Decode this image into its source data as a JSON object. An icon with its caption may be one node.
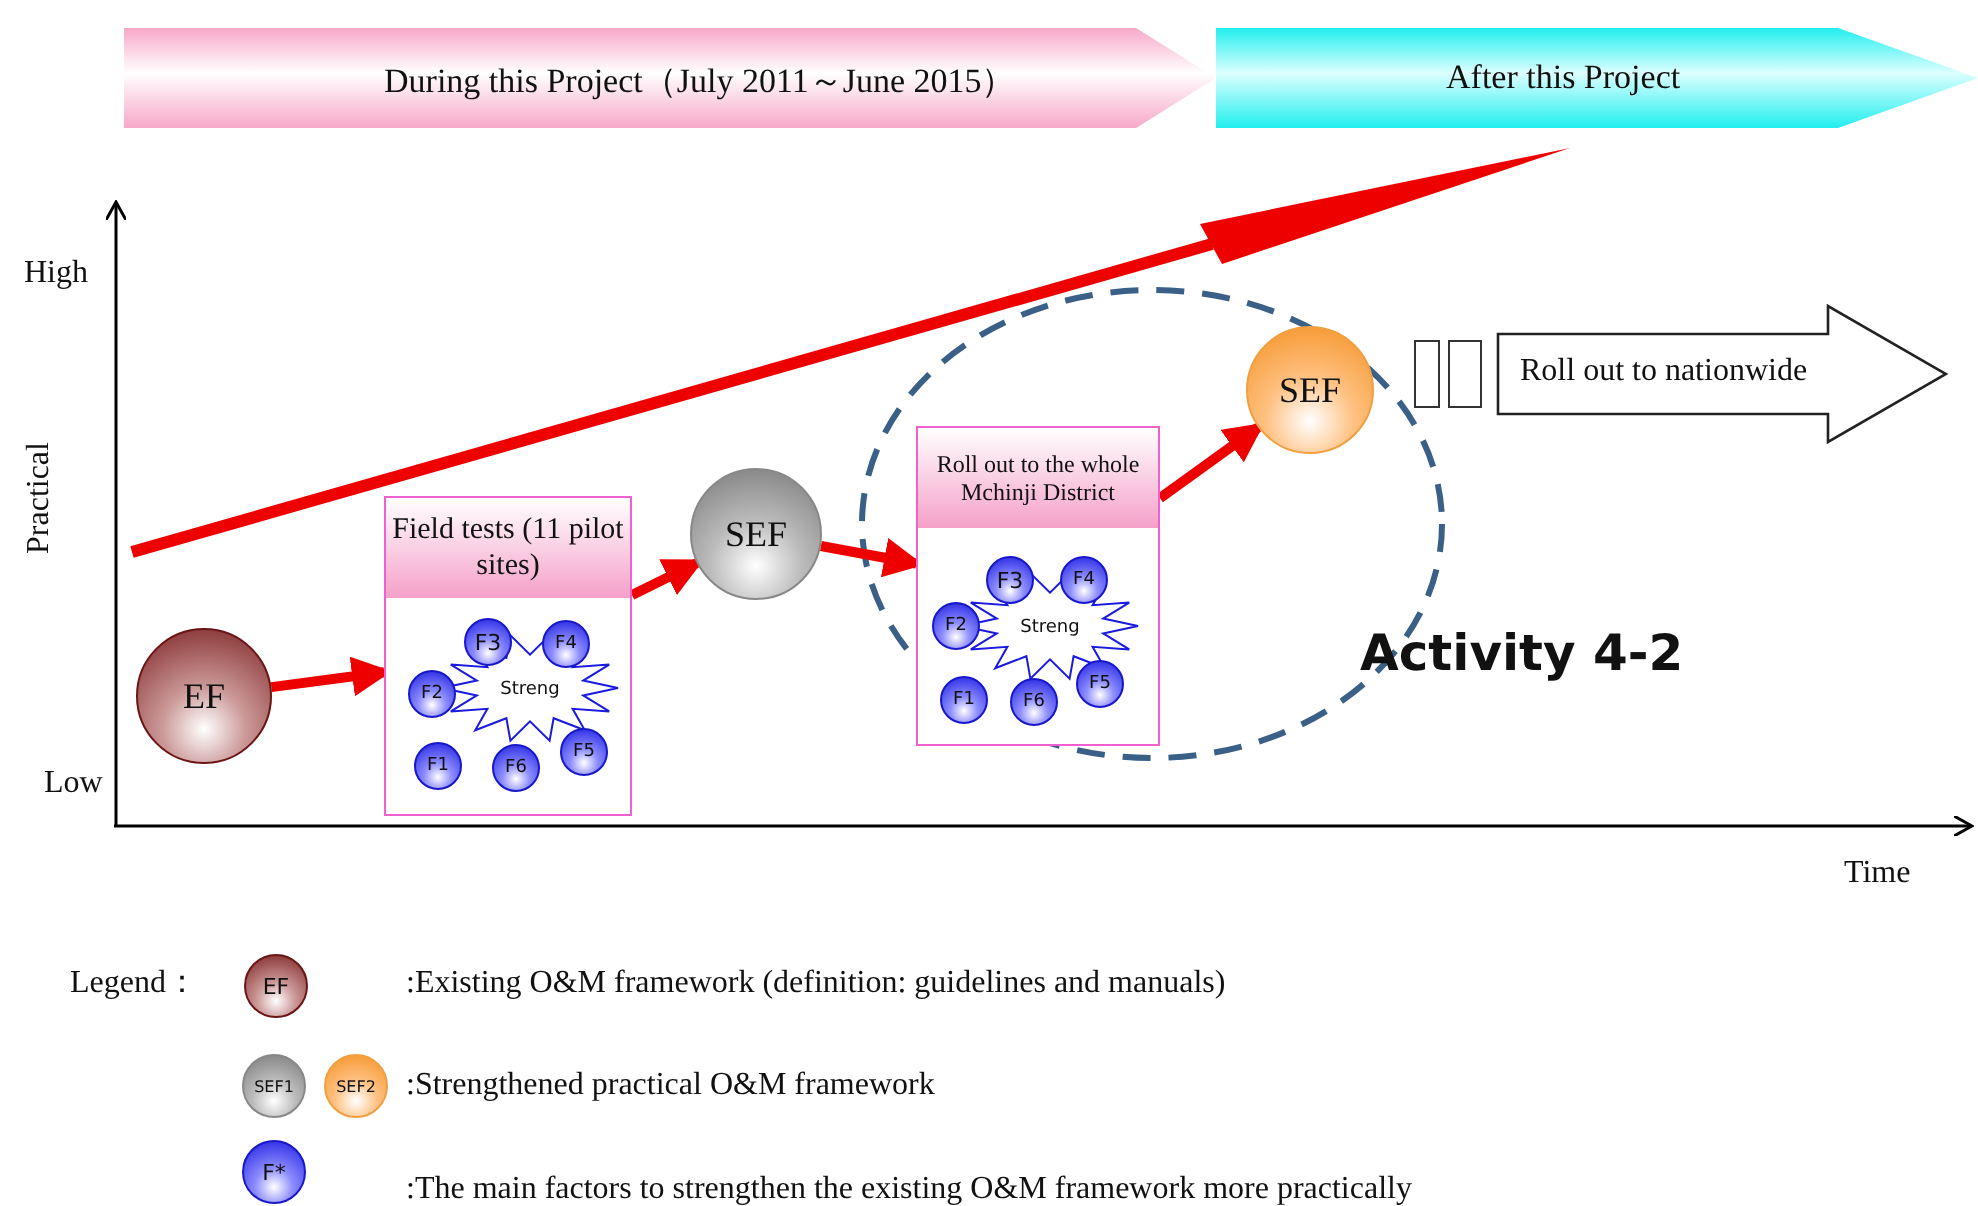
{
  "diagram": {
    "nodes": [
      {
        "text": [
          "During this Project（July 2011～June 2015）"
        ]
      },
      {
        "text": [
          "After this Project"
        ]
      },
      {
        "text": [
          "EF"
        ]
      },
      {
        "text": [
          "Field tests (11 pilot sites)"
        ]
      },
      {
        "text": [
          "Streng"
        ],
        "in": 3
      },
      {
        "text": [
          "F3"
        ],
        "in": 3
      },
      {
        "text": [
          "F4"
        ],
        "in": 3
      },
      {
        "text": [
          "F2"
        ],
        "in": 3
      },
      {
        "text": [
          "F5"
        ],
        "in": 3
      },
      {
        "text": [
          "F1"
        ],
        "in": 3
      },
      {
        "text": [
          "F6"
        ],
        "in": 3
      },
      {
        "text": [
          "SEF"
        ]
      },
      {
        "text": [
          "Roll out to the whole Mchinji District"
        ]
      },
      {
        "text": [
          "Streng"
        ],
        "in": 12
      },
      {
        "text": [
          "F3"
        ],
        "in": 12
      },
      {
        "text": [
          "F4"
        ],
        "in": 12
      },
      {
        "text": [
          "F2"
        ],
        "in": 12
      },
      {
        "text": [
          "F5"
        ],
        "in": 12
      },
      {
        "text": [
          "F1"
        ],
        "in": 12
      },
      {
        "text": [
          "F6"
        ],
        "in": 12
      },
      {
        "text": [
          "SEF"
        ]
      },
      {
        "text": [],
        "shape": "box"
      },
      {
        "text": [],
        "shape": "box"
      },
      {
        "text": [
          "Roll out to nationwide"
        ]
      }
    ],
    "edges": [
      {
        "from": 2,
        "to": 3,
        "arrow": "to"
      },
      {
        "from": 3,
        "to": 11,
        "arrow": "to"
      },
      {
        "from": 11,
        "to": 12,
        "arrow": "to"
      },
      {
        "from": 12,
        "to": 20,
        "arrow": "to"
      }
    ],
    "labels": [
      "High",
      "Practical",
      "Low",
      "Activity 4-2",
      "Time",
      "Legend：",
      "EF",
      "SEF1",
      "SEF2",
      "F*"
    ],
    "legend": [
      {
        "text": ":Existing O&M framework (definition: guidelines and manuals)"
      },
      {
        "text": ":Strengthened practical O&M framework"
      },
      {
        "text": ":The main factors to strengthen the existing O&M framework more practically"
      }
    ]
  }
}
